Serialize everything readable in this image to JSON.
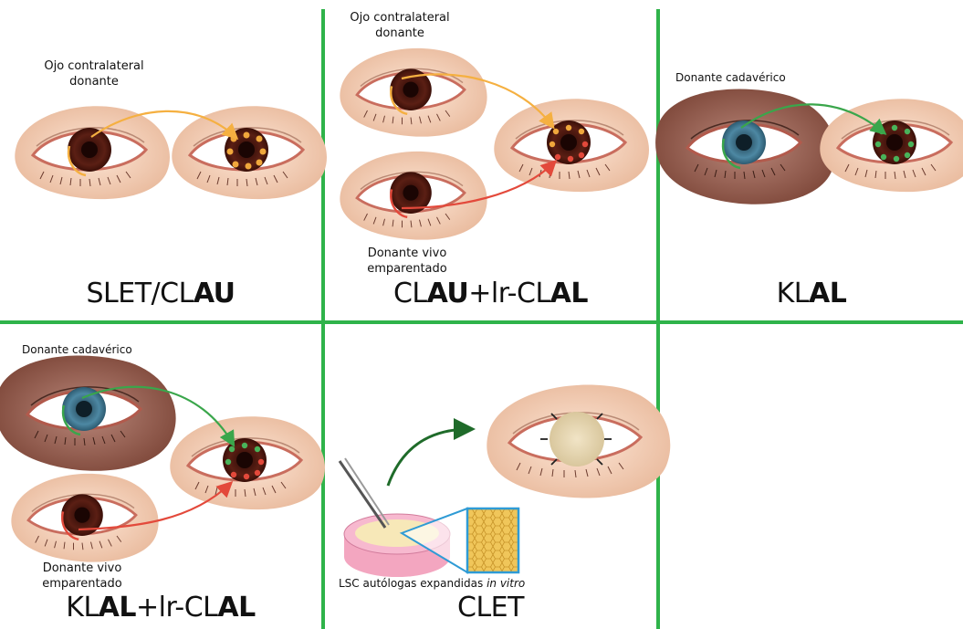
{
  "panels": {
    "p1": {
      "donor_label": [
        "Ojo contralateral",
        "donante"
      ],
      "title_plain": "SLET/CL",
      "title_bold": "AU"
    },
    "p2": {
      "donor_label": [
        "Ojo contralateral",
        "donante"
      ],
      "living_label": [
        "Donante vivo",
        "emparentado"
      ],
      "title_a": "CL",
      "title_b": "AU",
      "title_c": "+lr-CL",
      "title_d": "AL"
    },
    "p3": {
      "donor_label": "Donante cadavérico",
      "title_plain": "KL",
      "title_bold": "AL"
    },
    "p4": {
      "donor_label": "Donante cadavérico",
      "living_label": [
        "Donante vivo",
        "emparentado"
      ],
      "title_a": "KL",
      "title_b": "AL",
      "title_c": "+lr-CL",
      "title_d": "AL"
    },
    "p5": {
      "caption_plain": "LSC autólogas expandidas ",
      "caption_italic": "in vitro",
      "title": "CLET"
    }
  },
  "colors": {
    "grid": "#2fb34a",
    "skin": "#f2d0b4",
    "skin_dark": "#8b5448",
    "iris_brown": "#5a1a12",
    "iris_blue": "#3d6f86",
    "arrow_orange": "#f5b041",
    "arrow_red": "#e3493b",
    "arrow_green": "#4caf50",
    "arrow_dark_green": "#1f6b2a",
    "dish_pink": "#f3a6c0",
    "dish_cream": "#f7e8b8",
    "zoom_blue": "#2f9bd5",
    "zoom_fill": "#f4c542"
  }
}
